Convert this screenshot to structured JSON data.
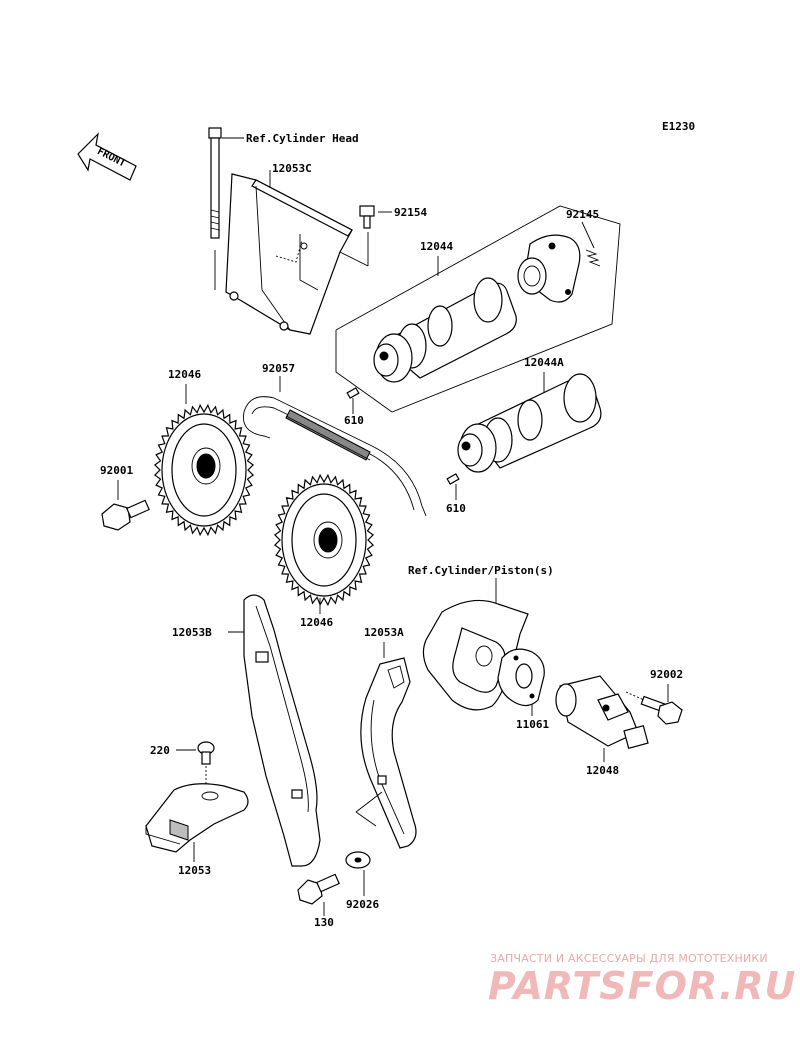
{
  "diagram_code": "E1230",
  "front_label": "FRONT",
  "refs": {
    "cylinder_head": "Ref.Cylinder Head",
    "cylinder_piston": "Ref.Cylinder/Piston(s)"
  },
  "parts": {
    "p12053C": "12053C",
    "p92154": "92154",
    "p92145": "92145",
    "p12044": "12044",
    "p92057": "92057",
    "p12046_top": "12046",
    "p610_top": "610",
    "p12044A": "12044A",
    "p92001": "92001",
    "p610_bottom": "610",
    "p12046_bottom": "12046",
    "p12053B": "12053B",
    "p12053A": "12053A",
    "p92002": "92002",
    "p11061": "11061",
    "p12048": "12048",
    "p220": "220",
    "p12053": "12053",
    "p130": "130",
    "p92026": "92026"
  },
  "watermark": {
    "line": "ЗАПЧАСТИ И АКСЕССУАРЫ ДЛЯ МОТОТЕХНИКИ",
    "logo": "PARTSFOR.RU"
  }
}
